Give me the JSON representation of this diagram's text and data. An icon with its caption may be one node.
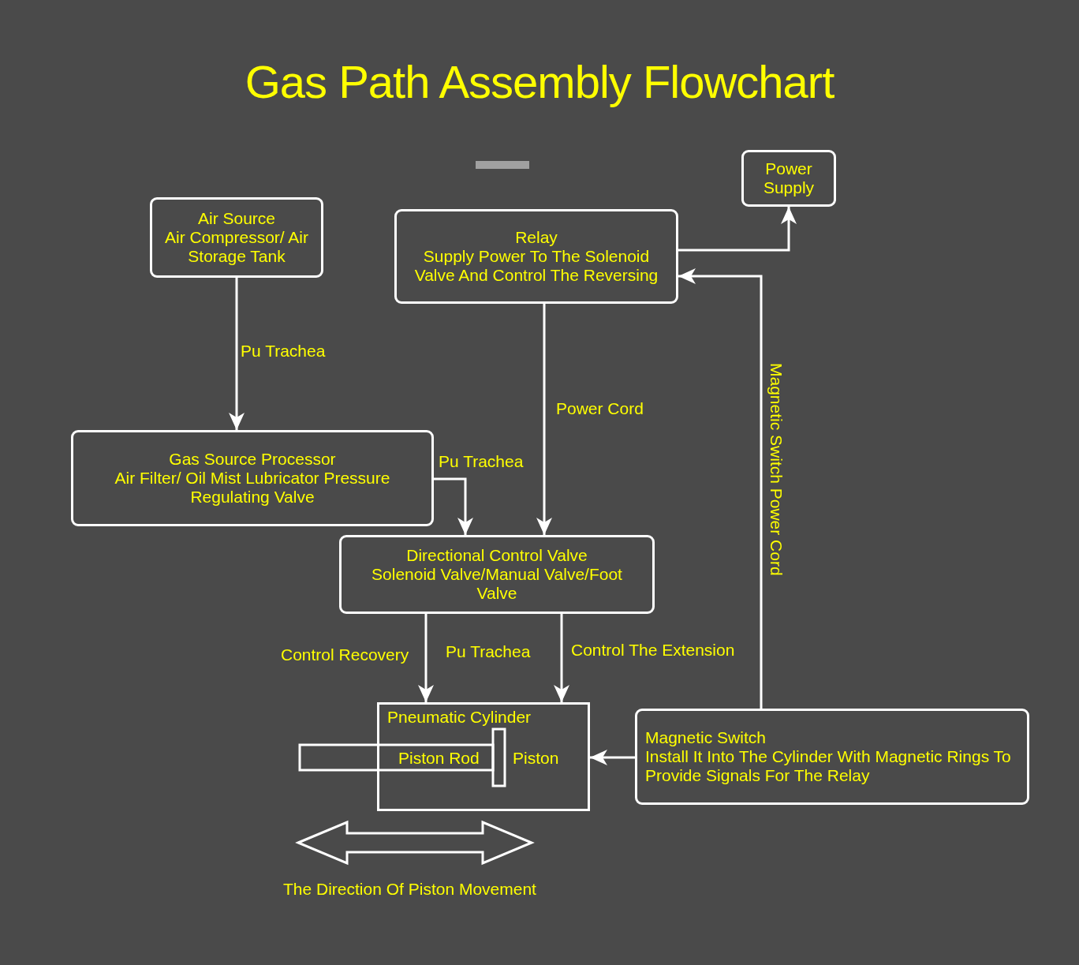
{
  "diagram": {
    "title": "Gas Path Assembly Flowchart",
    "nodes": [
      {
        "text": [
          "Power Supply"
        ]
      },
      {
        "text": [
          "Air Source",
          "Air Compressor/ Air Storage Tank"
        ]
      },
      {
        "text": [
          "Relay",
          "Supply Power To The Solenoid Valve And Control The Reversing"
        ]
      },
      {
        "text": [
          "Gas Source Processor",
          "Air Filter/ Oil Mist Lubricator Pressure Regulating Valve"
        ]
      },
      {
        "text": [
          "Directional Control Valve",
          "Solenoid Valve/Manual Valve/Foot Valve"
        ]
      },
      {
        "text": [
          "Pneumatic Cylinder"
        ]
      },
      {
        "text": [
          "Magnetic Switch",
          "Install It Into The Cylinder With Magnetic Rings To Provide Signals For The Relay"
        ]
      }
    ],
    "edges": [
      {
        "from": 1,
        "to": 3,
        "arrow": "to",
        "label": "Pu Trachea"
      },
      {
        "from": 3,
        "to": 4,
        "arrow": "to",
        "label": "Pu Trachea"
      },
      {
        "from": 2,
        "to": 4,
        "arrow": "to",
        "label": "Power Cord"
      },
      {
        "from": 2,
        "to": 0,
        "arrow": "to"
      },
      {
        "from": 6,
        "to": 2,
        "arrow": "to",
        "label": "Magnetic Switch Power Cord"
      },
      {
        "from": 4,
        "to": 5,
        "arrow": "to",
        "label": "Control Recovery"
      },
      {
        "from": 4,
        "to": 5,
        "arrow": "to",
        "label": "Control The Extension"
      },
      {
        "from": 6,
        "to": 5,
        "arrow": "to"
      }
    ],
    "labels": [
      "Pu Trachea",
      "Piston Rod",
      "Piston",
      "The Direction Of Piston Movement"
    ]
  }
}
